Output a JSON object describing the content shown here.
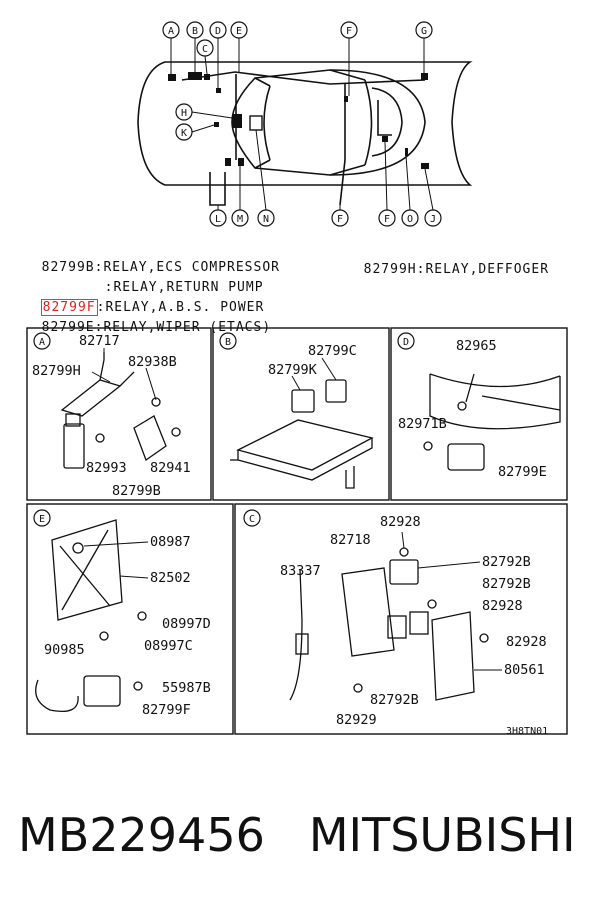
{
  "car_callouts": [
    "A",
    "B",
    "C",
    "D",
    "E",
    "F",
    "G",
    "H",
    "K",
    "L",
    "M",
    "N",
    "F",
    "F",
    "O",
    "J"
  ],
  "legend": {
    "line1_code": "82799B",
    "line1_text": ":RELAY,ECS COMPRESSOR",
    "line1_right_code": "82799H",
    "line1_right_text": ":RELAY,DEFFOGER",
    "line2_text": ":RELAY,RETURN PUMP",
    "line3_code": "82799F",
    "line3_text": ":RELAY,A.B.S. POWER",
    "line4_code": "82799E",
    "line4_text": ":RELAY,WIPER (ETACS)"
  },
  "panels": {
    "A": {
      "letter": "A",
      "parts": [
        "82717",
        "82938B",
        "82799H",
        "82993",
        "82941",
        "82799B"
      ]
    },
    "B": {
      "letter": "B",
      "parts": [
        "82799C",
        "82799K"
      ]
    },
    "D": {
      "letter": "D",
      "parts": [
        "82965",
        "82971B",
        "82799E"
      ]
    },
    "E": {
      "letter": "E",
      "parts": [
        "08987",
        "82502",
        "08997D",
        "08997C",
        "90985",
        "55987B",
        "82799F"
      ]
    },
    "C": {
      "letter": "C",
      "parts": [
        "82928",
        "82718",
        "83337",
        "82792B",
        "82792B",
        "82928",
        "82928",
        "80561",
        "82792B",
        "82929"
      ]
    }
  },
  "diagram_code": "3H8TN01",
  "footer": {
    "part_number": "MB229456",
    "brand": "MITSUBISHI"
  },
  "colors": {
    "highlight": "#e03a3a",
    "ink": "#111111"
  }
}
